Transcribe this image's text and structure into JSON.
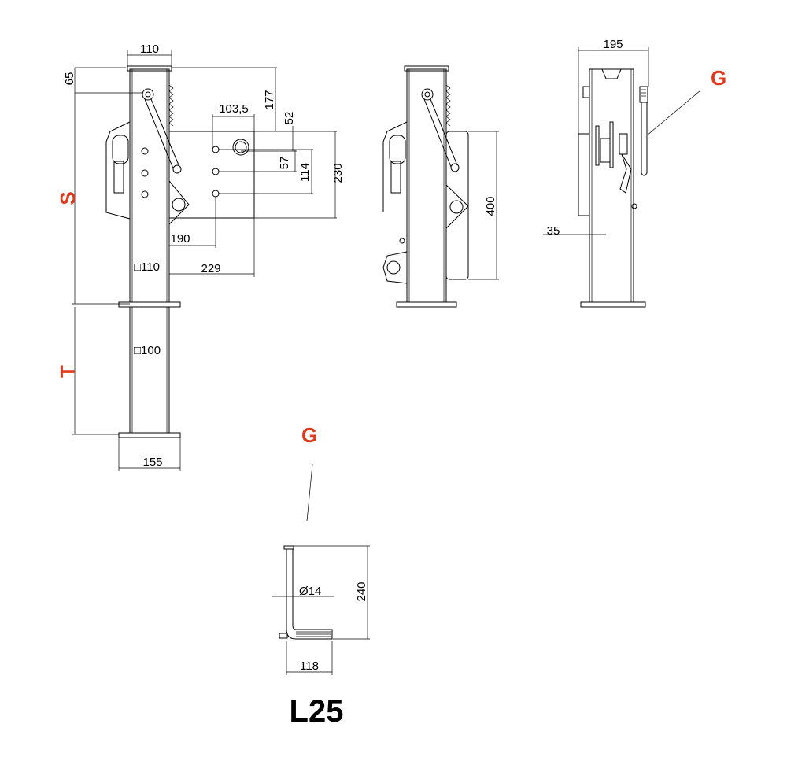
{
  "title": "L25",
  "labels": {
    "s": "S",
    "t": "T",
    "g": "G"
  },
  "colors": {
    "label": "#e03a1e",
    "line": "#000000"
  },
  "dims": {
    "w110_top": "110",
    "h65": "65",
    "h177": "177",
    "w103_5": "103,5",
    "h52": "52",
    "h57": "57",
    "h114": "114",
    "h230": "230",
    "w190": "190",
    "sq110": "□110",
    "w229": "229",
    "sq100": "□100",
    "w155": "155",
    "h400": "400",
    "w195": "195",
    "w35": "35",
    "d14": "Ø14",
    "h240": "240",
    "w118": "118"
  }
}
